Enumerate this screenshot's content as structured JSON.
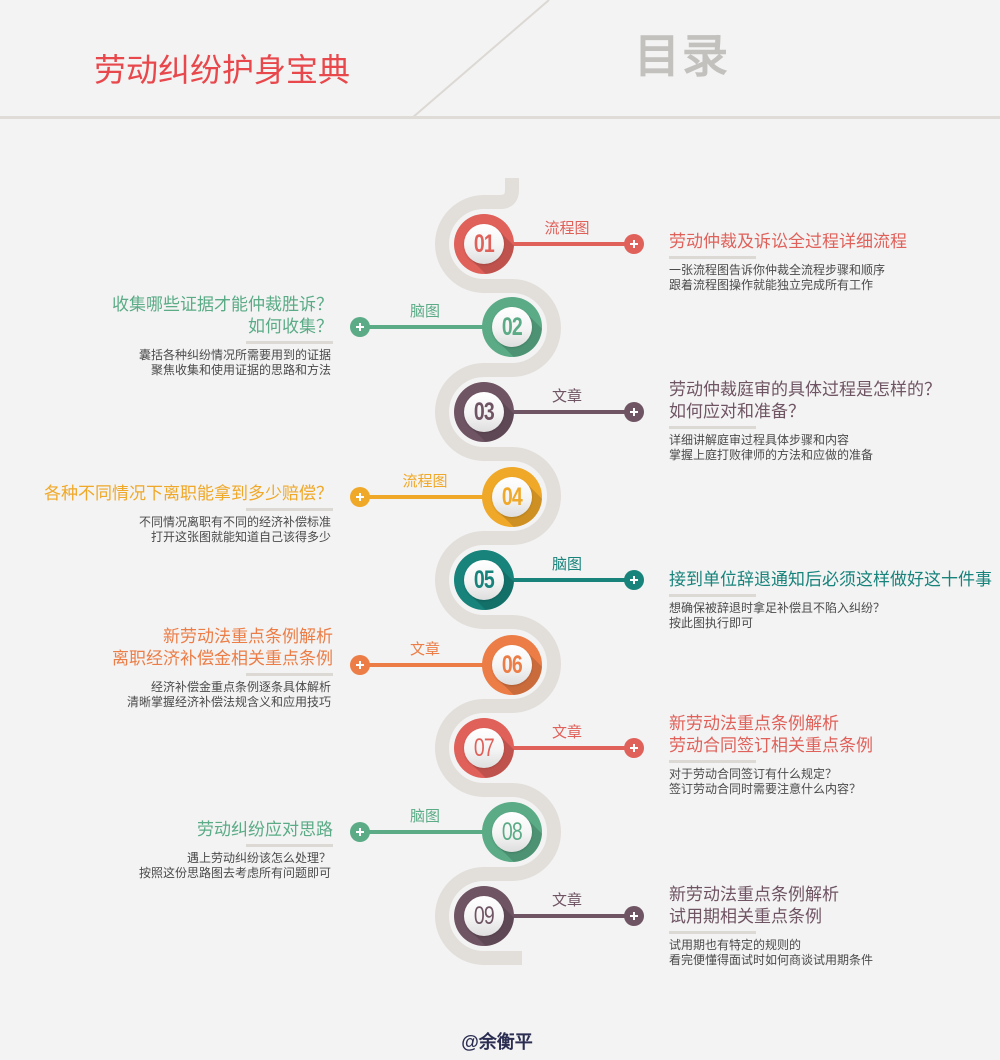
{
  "header": {
    "title": "劳动纠纷护身宝典",
    "toc_heading": "目录"
  },
  "colors": {
    "background": "#f3f3f3",
    "header_title": "#e8484c",
    "toc_heading": "#c3c1be",
    "snake_track": "#e2deda",
    "footer": "#2b2e52"
  },
  "items": [
    {
      "number": "01",
      "type": "流程图",
      "side": "right",
      "color": "#e0605a",
      "title": [
        "劳动仲裁及诉讼全过程详细流程"
      ],
      "desc": [
        "一张流程图告诉你仲裁全流程步骤和顺序",
        "跟着流程图操作就能独立完成所有工作"
      ]
    },
    {
      "number": "02",
      "type": "脑图",
      "side": "left",
      "color": "#5aab86",
      "title": [
        "收集哪些证据才能仲裁胜诉？",
        "如何收集？"
      ],
      "desc": [
        "囊括各种纠纷情况所需要用到的证据",
        "聚焦收集和使用证据的思路和方法"
      ]
    },
    {
      "number": "03",
      "type": "文章",
      "side": "right",
      "color": "#6f5463",
      "title": [
        "劳动仲裁庭审的具体过程是怎样的？",
        "如何应对和准备？"
      ],
      "desc": [
        "详细讲解庭审过程具体步骤和内容",
        "掌握上庭打败律师的方法和应做的准备"
      ]
    },
    {
      "number": "04",
      "type": "流程图",
      "side": "left",
      "color": "#f0a828",
      "title": [
        "各种不同情况下离职能拿到多少赔偿？"
      ],
      "desc": [
        "不同情况离职有不同的经济补偿标准",
        "打开这张图就能知道自己该得多少"
      ]
    },
    {
      "number": "05",
      "type": "脑图",
      "side": "right",
      "color": "#17837b",
      "title": [
        "接到单位辞退通知后必须这样做好这十件事"
      ],
      "desc": [
        "想确保被辞退时拿足补偿且不陷入纠纷？",
        "按此图执行即可"
      ]
    },
    {
      "number": "06",
      "type": "文章",
      "side": "left",
      "color": "#ec7d46",
      "title": [
        "新劳动法重点条例解析",
        "离职经济补偿金相关重点条例"
      ],
      "desc": [
        "经济补偿金重点条例逐条具体解析",
        "清晰掌握经济补偿法规含义和应用技巧"
      ]
    },
    {
      "number": "07",
      "type": "文章",
      "side": "right",
      "color": "#e0605a",
      "title": [
        "新劳动法重点条例解析",
        "劳动合同签订相关重点条例"
      ],
      "desc": [
        "对于劳动合同签订有什么规定？",
        "签订劳动合同时需要注意什么内容？"
      ]
    },
    {
      "number": "08",
      "type": "脑图",
      "side": "left",
      "color": "#5aab86",
      "title": [
        "劳动纠纷应对思路"
      ],
      "desc": [
        "遇上劳动纠纷该怎么处理？",
        "按照这份思路图去考虑所有问题即可"
      ]
    },
    {
      "number": "09",
      "type": "文章",
      "side": "right",
      "color": "#6f5463",
      "title": [
        "新劳动法重点条例解析",
        "试用期相关重点条例"
      ],
      "desc": [
        "试用期也有特定的规则的",
        "看完便懂得面试时如何商谈试用期条件"
      ]
    }
  ],
  "icons": {
    "item_marker": "plus-icon"
  },
  "footer": {
    "author": "@余衡平"
  }
}
